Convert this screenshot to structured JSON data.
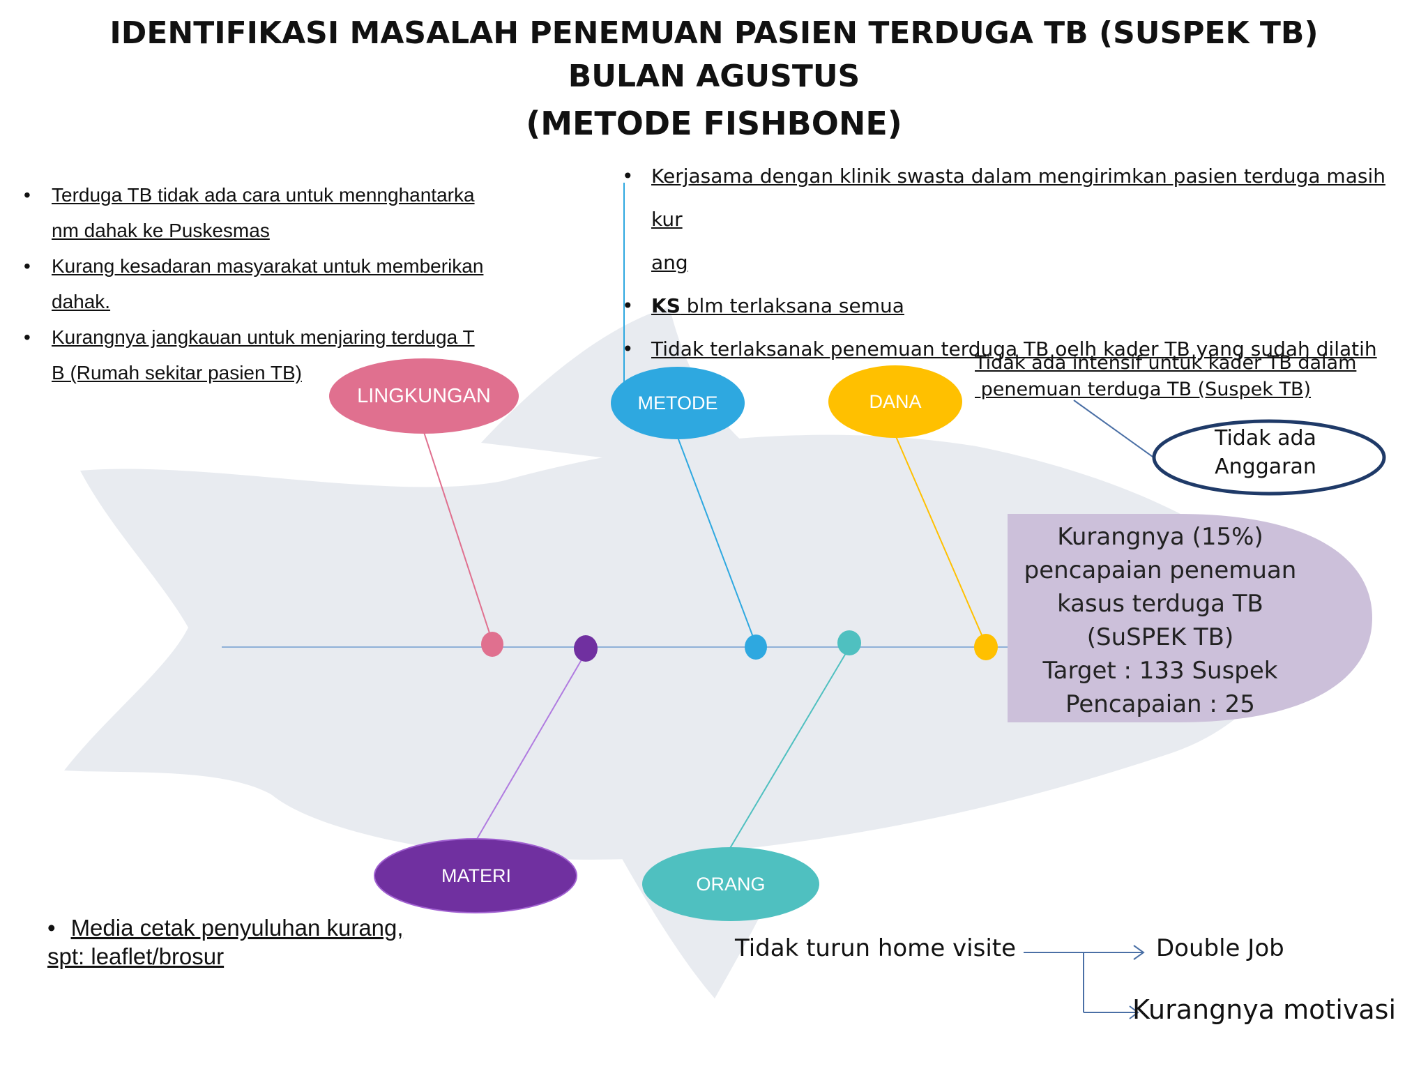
{
  "title": {
    "line1": "IDENTIFIKASI  MASALAH PENEMUAN  PASIEN TERDUGA TB (SUSPEK TB)",
    "line2": "BULAN AGUSTUS",
    "line3": "(METODE FISHBONE)"
  },
  "categories": {
    "lingkungan": "LINGKUNGAN",
    "metode": "METODE",
    "dana": "DANA",
    "materi": "MATERI",
    "orang": "ORANG"
  },
  "colors": {
    "lingkungan": "#e0708f",
    "metode": "#2ea8e0",
    "dana": "#ffc000",
    "materi": "#7030a0",
    "orang": "#4fc0c0",
    "fish": "#e8ebf0",
    "effect": "#ccc0da",
    "spine": "#8fb0d8",
    "budget_outline": "#1f3a68"
  },
  "lingkungan_causes": [
    {
      "line1": "Terduga TB tidak ada cara untuk mennghantarka",
      "line2": "nm dahak ke Puskesmas"
    },
    {
      "line1": "Kurang kesadaran masyarakat untuk memberikan",
      "line2": "dahak."
    },
    {
      "line1": "Kurangnya jangkauan untuk menjaring terduga T",
      "line2": "B (Rumah sekitar pasien TB)"
    }
  ],
  "metode_causes": {
    "item1_line1": "Kerjasama dengan klinik swasta dalam mengirimkan pasien terduga masih kur",
    "item1_line2": "ang",
    "item2_bold": "KS",
    "item2_rest": " blm terlaksana semua",
    "item3": "Tidak terlaksanak penemuan terduga TB oelh kader TB yang sudah dilatih"
  },
  "dana_cause": {
    "line1": "Tidak ada intensif untuk kader TB dalam",
    "line2": " penemuan terduga TB (Suspek TB)",
    "sub_line1": "Tidak ada",
    "sub_line2": "Anggaran"
  },
  "effect": {
    "line1": "Kurangnya (15%)",
    "line2": "pencapaian penemuan",
    "line3": "kasus terduga TB",
    "line4": "(SuSPEK TB)",
    "line5": "Target : 133 Suspek",
    "line6": "Pencapaian : 25"
  },
  "materi_cause": {
    "line1": "Media cetak penyuluhan kurang,",
    "line2": "spt: leaflet/brosur"
  },
  "orang_cause": {
    "cause": "Tidak turun home visite",
    "effect1": "Double Job",
    "effect2": "Kurangnya motivasi"
  }
}
